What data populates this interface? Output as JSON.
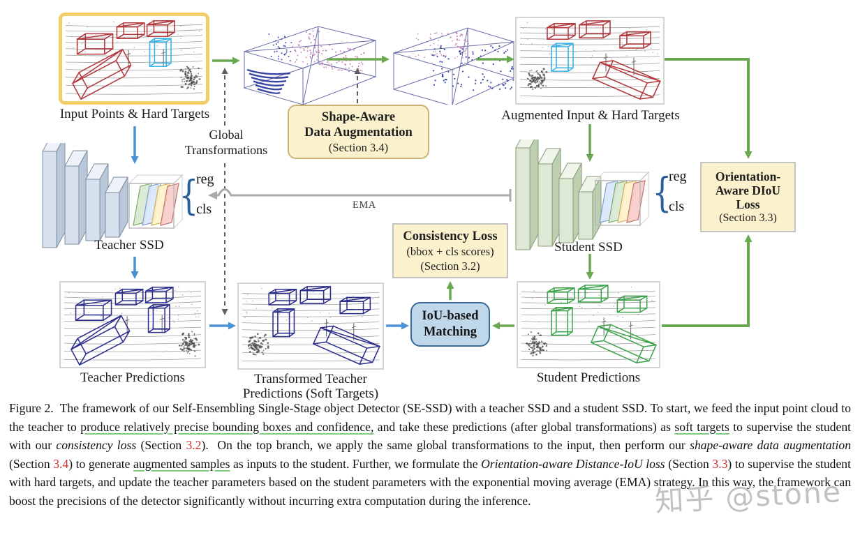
{
  "figure": {
    "colors": {
      "red": "#b23a3e",
      "cyan": "#3ab3e2",
      "navy": "#2c2f8c",
      "green": "#3fa34d",
      "pink_pts": "#c77bb4",
      "blue_pts": "#2b3a9e",
      "arrow_green": "#6aa84f",
      "arrow_blue": "#4a90d5",
      "arrow_gray": "#a9a9a9",
      "dashed_gray": "#5f5f5f",
      "highlight_yellow": "#f2cf6a"
    },
    "panels": {
      "input": {
        "label": "Input Points & Hard Targets"
      },
      "augmented": {
        "label": "Augmented Input & Hard Targets"
      },
      "teacher_pred": {
        "label": "Teacher Predictions"
      },
      "transformed_pred": {
        "label_line1": "Transformed Teacher",
        "label_line2": "Predictions (Soft Targets)"
      },
      "student_pred": {
        "label": "Student Predictions"
      }
    },
    "networks": {
      "teacher": {
        "label": "Teacher SSD",
        "reg": "reg",
        "cls": "cls"
      },
      "student": {
        "label": "Student SSD",
        "reg": "reg",
        "cls": "cls"
      }
    },
    "boxes": {
      "shape_aware": {
        "line1": "Shape-Aware",
        "line2": "Data Augmentation",
        "line3": "(Section 3.4)"
      },
      "consistency": {
        "line1": "Consistency Loss",
        "line2": "(bbox + cls scores)",
        "line3": "(Section 3.2)"
      },
      "orientation": {
        "line1": "Orientation-",
        "line2": "Aware DIoU",
        "line3": "Loss",
        "line4": "(Section 3.3)"
      },
      "iou": {
        "line1": "IoU-based",
        "line2": "Matching"
      }
    },
    "annotations": {
      "global_line1": "Global",
      "global_line2": "Transformations",
      "ema": "EMA",
      "brace": "{"
    }
  },
  "caption": {
    "segments": [
      {
        "style": "plain",
        "text": "Figure 2.  The framework of our Self-Ensembling Single-Stage object Detector (SE-SSD) with a teacher SSD and a student SSD. To start, we feed the input point cloud to the teacher to "
      },
      {
        "style": "underline",
        "text": "produce relatively precise bounding boxes and confidence,"
      },
      {
        "style": "plain",
        "text": " and take these predictions (after global transformations) as "
      },
      {
        "style": "underline",
        "text": "soft targets"
      },
      {
        "style": "plain",
        "text": " to supervise the student with our "
      },
      {
        "style": "italic",
        "text": "consistency loss"
      },
      {
        "style": "plain",
        "text": " (Section "
      },
      {
        "style": "red",
        "text": "3.2"
      },
      {
        "style": "plain",
        "text": ").  On the top branch, we apply the same global transformations to the input, then perform our "
      },
      {
        "style": "italic",
        "text": "shape-aware data augmentation"
      },
      {
        "style": "plain",
        "text": " (Section "
      },
      {
        "style": "red",
        "text": "3.4"
      },
      {
        "style": "plain",
        "text": ") to generate "
      },
      {
        "style": "underline",
        "text": "augmented samples"
      },
      {
        "style": "plain",
        "text": " as inputs to the student. Further, we formulate the "
      },
      {
        "style": "italic",
        "text": "Orientation-aware Distance-IoU loss"
      },
      {
        "style": "plain",
        "text": " (Section "
      },
      {
        "style": "red",
        "text": "3.3"
      },
      {
        "style": "plain",
        "text": ") to supervise the student with hard targets, and update the teacher parameters based on the student parameters with the exponential moving average (EMA) strategy. In this way, the framework can boost the precisions of the detector significantly without incurring extra computation during the inference."
      }
    ]
  },
  "watermark": "知乎 @stone"
}
